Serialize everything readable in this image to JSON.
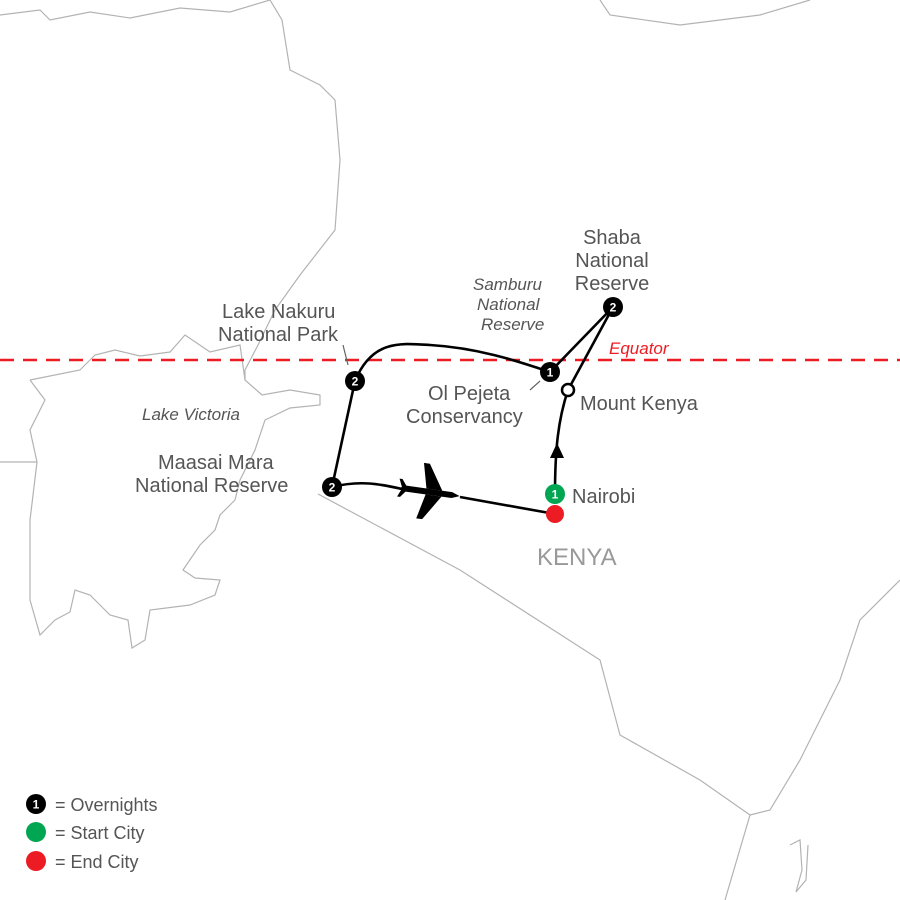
{
  "map": {
    "country": "KENYA",
    "equator_label": "Equator",
    "water": [
      "Lake Victoria"
    ],
    "parks_italic": [
      "Samburu",
      "National",
      "Reserve"
    ],
    "stops": [
      {
        "name_lines": [
          "Maasai Mara",
          "National Reserve"
        ],
        "overnights": "2"
      },
      {
        "name_lines": [
          "Lake Nakuru",
          "National Park"
        ],
        "overnights": "2"
      },
      {
        "name_lines": [
          "Ol Pejeta",
          "Conservancy"
        ],
        "overnights": "1"
      },
      {
        "name_lines": [
          "Shaba",
          "National",
          "Reserve"
        ],
        "overnights": "2"
      },
      {
        "name_lines": [
          "Mount Kenya"
        ],
        "overnights": ""
      },
      {
        "name_lines": [
          "Nairobi"
        ],
        "overnights": "1"
      }
    ]
  },
  "legend": [
    {
      "symbol": "1",
      "label": "= Overnights"
    },
    {
      "symbol": "",
      "label": "= Start City"
    },
    {
      "symbol": "",
      "label": "= End City"
    }
  ],
  "colors": {
    "start": "#00a651",
    "end": "#ed1c24",
    "equator": "#ed1c24",
    "route": "#000000",
    "border": "#b3b3b3"
  }
}
